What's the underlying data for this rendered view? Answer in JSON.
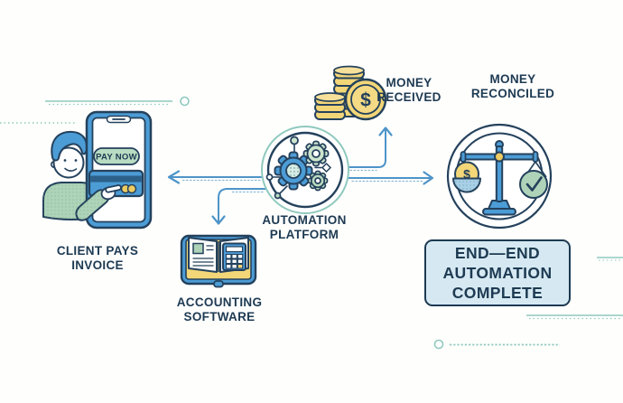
{
  "diagram_title": "invoice payment automation flow",
  "nodes": {
    "client": {
      "label": "CLIENT PAYS\nINVOICE",
      "button": "PAY NOW"
    },
    "accounting": {
      "label": "ACCOUNTING\nSOFTWARE"
    },
    "platform": {
      "label": "AUTOMATION\nPLATFORM"
    },
    "money_received": {
      "label": "MONEY\nRECEIVED"
    },
    "money_reconciled": {
      "label": "MONEY\nRECONCILED"
    },
    "outcome": {
      "label": "END—END\nAUTOMATION\nCOMPLETE"
    }
  },
  "edges": [
    {
      "from": "automation-platform",
      "to": "client-pays-invoice"
    },
    {
      "from": "automation-platform",
      "to": "accounting-software"
    },
    {
      "from": "automation-platform",
      "to": "money-received"
    },
    {
      "from": "automation-platform",
      "to": "money-reconciled"
    }
  ],
  "icons": {
    "dollar_symbol": "$"
  },
  "colors": {
    "navy_outline": "#24415c",
    "text_navy": "#1d3a52",
    "blue": "#4c9cd6",
    "card_stripe": "#2d6089",
    "gold": "#f3d677",
    "gold_accent": "#eecb62",
    "green": "#aed3b8",
    "pill_green": "#b8dcc2",
    "gear_green_light": "#cde4cd",
    "gear_green": "#b9d9bf",
    "teal_decor": "#8fc9bd",
    "arrow_blue": "#4e94c8",
    "arrow_dotted": "#8abbd8",
    "box_light_blue": "#d6e9f2",
    "pan_blue": "#a9cfe6"
  }
}
